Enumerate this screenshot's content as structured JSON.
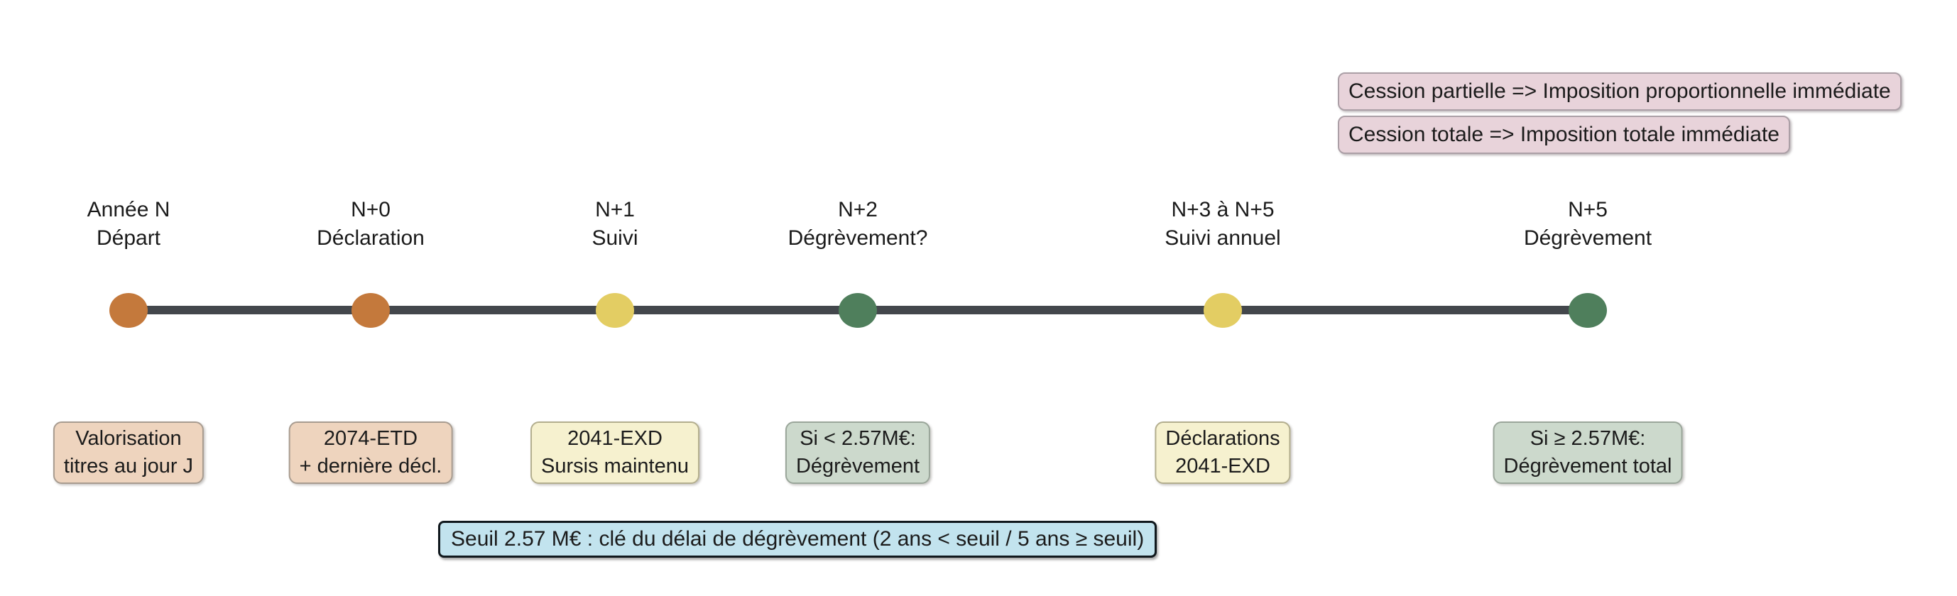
{
  "annotations": [
    {
      "text": "Cession partielle => Imposition proportionnelle immédiate",
      "bg": "#e8d3da",
      "border": "#ab9fa6"
    },
    {
      "text": "Cession totale => Imposition totale immédiate",
      "bg": "#e8d3da",
      "border": "#ab9fa6"
    }
  ],
  "timeline": {
    "line_color": "#43474c",
    "milestones": [
      {
        "period": "Année N",
        "event": "Départ",
        "dot_color": "#c4793c",
        "card": {
          "line1": "Valorisation",
          "line2": "titres au jour J",
          "bg": "#eed4be",
          "border": "#a89c90"
        }
      },
      {
        "period": "N+0",
        "event": "Déclaration",
        "dot_color": "#c4793c",
        "card": {
          "line1": "2074-ETD",
          "line2": "+ dernière décl.",
          "bg": "#eed4be",
          "border": "#a89c90"
        }
      },
      {
        "period": "N+1",
        "event": "Suivi",
        "dot_color": "#e3cd63",
        "card": {
          "line1": "2041-EXD",
          "line2": "Sursis maintenu",
          "bg": "#f6f1cf",
          "border": "#b3ae8e"
        }
      },
      {
        "period": "N+2",
        "event": "Dégrèvement?",
        "dot_color": "#4f7f5c",
        "card": {
          "line1": "Si < 2.57M€:",
          "line2": "Dégrèvement",
          "bg": "#ccd9cc",
          "border": "#9aa69a"
        }
      },
      {
        "period": "N+3 à N+5",
        "event": "Suivi annuel",
        "dot_color": "#e3cd63",
        "card": {
          "line1": "Déclarations",
          "line2": "2041-EXD",
          "bg": "#f6f1cf",
          "border": "#b3ae8e"
        }
      },
      {
        "period": "N+5",
        "event": "Dégrèvement",
        "dot_color": "#4f7f5c",
        "card": {
          "line1": "Si ≥ 2.57M€:",
          "line2": "Dégrèvement total",
          "bg": "#ccd9cc",
          "border": "#9aa69a"
        }
      }
    ]
  },
  "threshold_note": {
    "text": "Seuil 2.57 M€ : clé du délai de dégrèvement (2 ans < seuil / 5 ans ≥ seuil)",
    "bg": "#c2e3ee",
    "border": "#10181d"
  },
  "colors": {
    "background": "#ffffff",
    "text": "#1b1b1b",
    "timeline_line": "#43474c"
  }
}
